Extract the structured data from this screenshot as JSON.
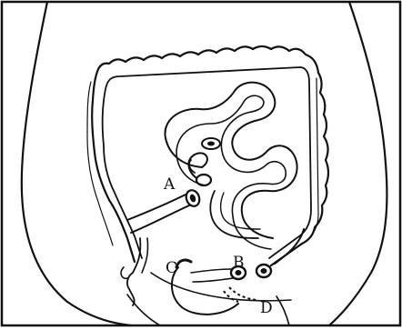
{
  "labels": {
    "a": "A",
    "b": "B",
    "c": "C",
    "d": "D"
  },
  "colors": {
    "ink": "#111111",
    "paper": "#ffffff"
  }
}
